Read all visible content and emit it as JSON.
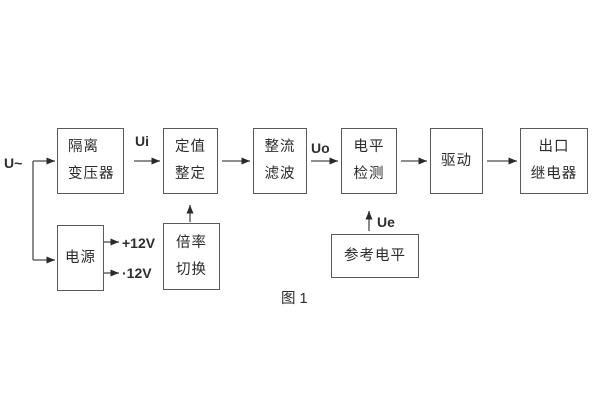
{
  "diagram": {
    "caption": "图 1",
    "signals": {
      "input": "U~",
      "ui": "Ui",
      "uo": "Uo",
      "ue": "Ue",
      "plus12": "+12V",
      "minus12": "·12V"
    },
    "blocks": {
      "transformer": {
        "lines": [
          "隔离",
          "变压器"
        ]
      },
      "setting": {
        "lines": [
          "定值",
          "整定"
        ]
      },
      "rectifier": {
        "lines": [
          "整流",
          "滤波"
        ]
      },
      "level_detector": {
        "lines": [
          "电平",
          "检测"
        ]
      },
      "driver": {
        "lines": [
          "驱动"
        ]
      },
      "output_relay": {
        "lines": [
          "出口",
          "继电器"
        ]
      },
      "power": {
        "lines": [
          "电源"
        ]
      },
      "ratio_switch": {
        "lines": [
          "倍率",
          "切换"
        ]
      },
      "reference_level": {
        "lines": [
          "参考电平"
        ]
      }
    },
    "colors": {
      "line": "#4a4a4a",
      "border": "#595959",
      "text": "#2b2b2b",
      "background": "#ffffff"
    }
  }
}
